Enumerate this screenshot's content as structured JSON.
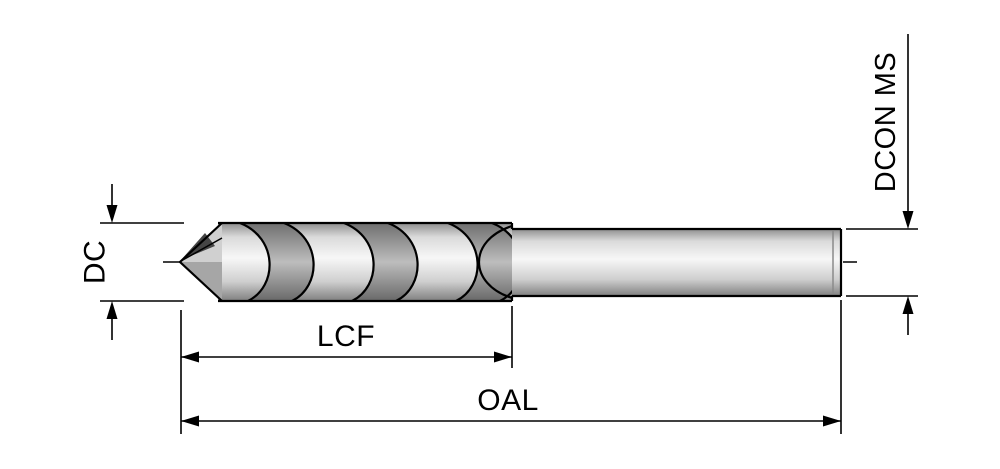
{
  "diagram": {
    "type": "technical-drawing",
    "subject": "twist-drill-side-view",
    "labels": {
      "dc": "DC",
      "lcf": "LCF",
      "oal": "OAL",
      "dcon_ms": "DCON MS"
    },
    "colors": {
      "background": "#ffffff",
      "line": "#000000",
      "metal_light": "#f6f6f6",
      "metal_mid": "#cccccc",
      "metal_dark": "#7d7d7d"
    }
  }
}
